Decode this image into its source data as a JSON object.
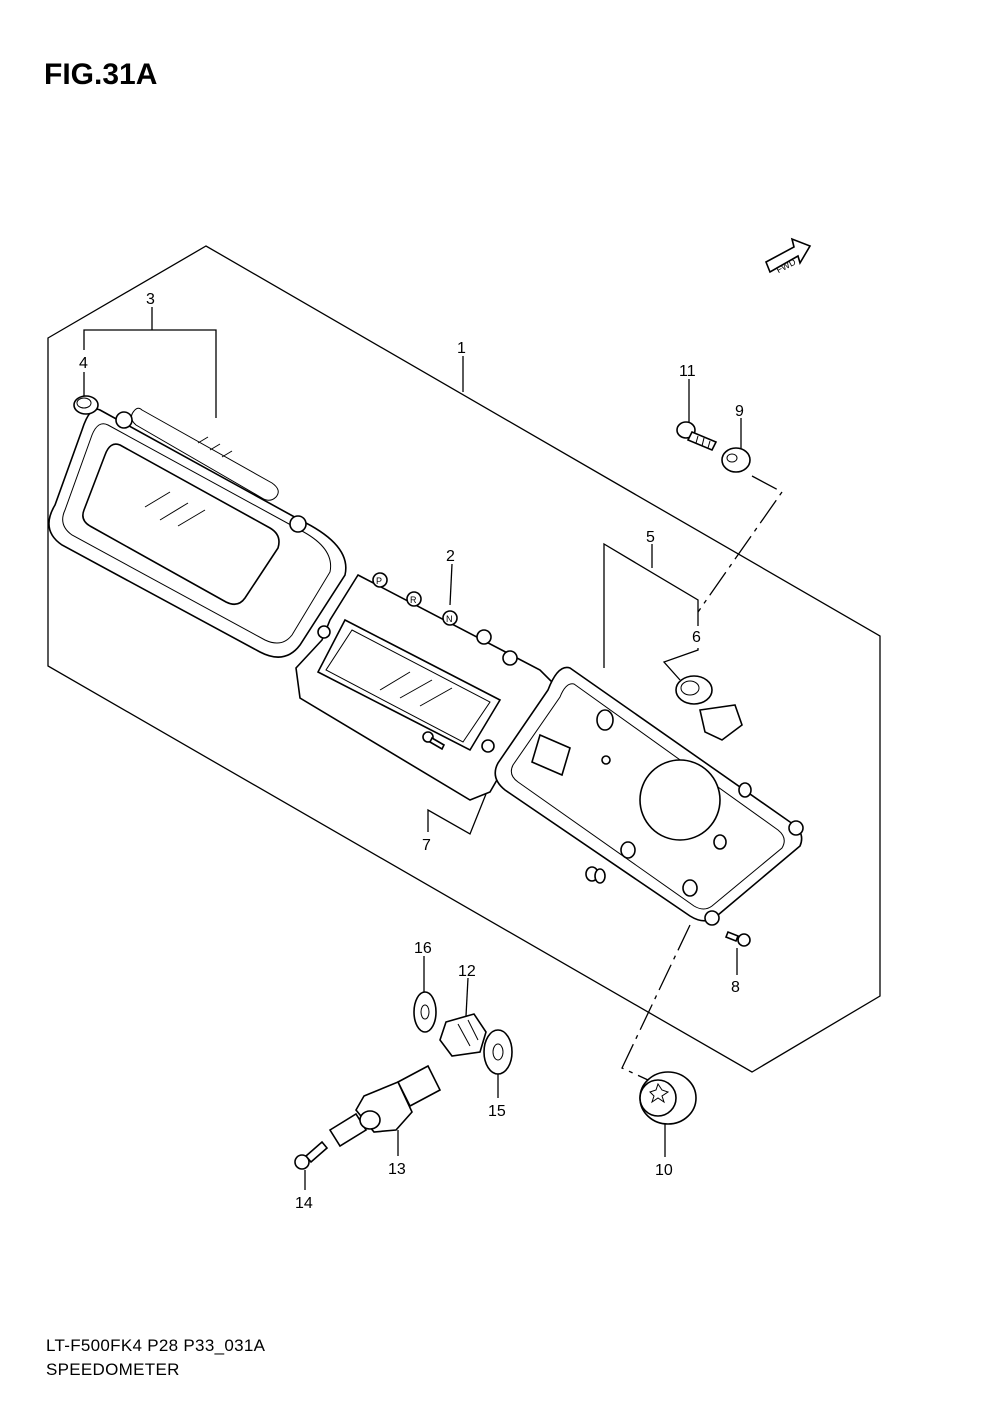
{
  "title": "FIG.31A",
  "footer": {
    "code": "LT-F500FK4 P28 P33_031A",
    "name": "SPEEDOMETER"
  },
  "fwd_label": "FWD",
  "callouts": [
    "1",
    "2",
    "3",
    "4",
    "5",
    "6",
    "7",
    "8",
    "9",
    "10",
    "11",
    "12",
    "13",
    "14",
    "15",
    "16"
  ]
}
